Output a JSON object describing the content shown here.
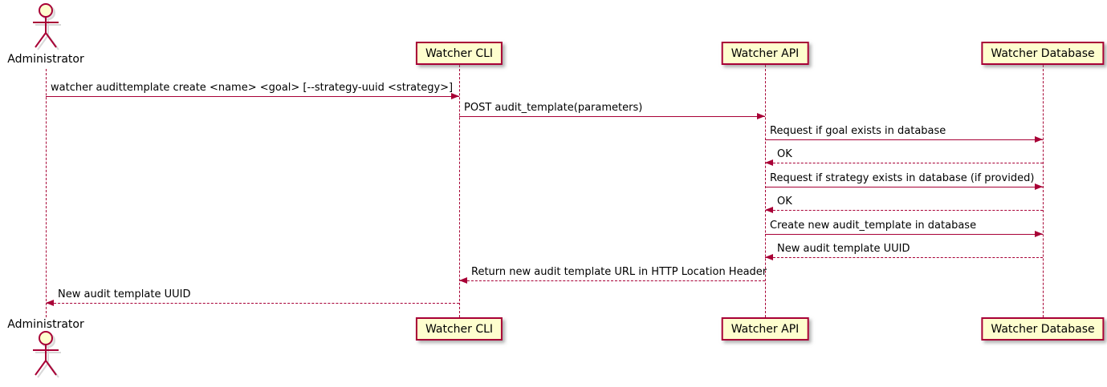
{
  "colors": {
    "accent": "#A80036",
    "participant_fill": "#FEFECE",
    "text": "#000000",
    "background": "#FFFFFF"
  },
  "actor": {
    "label": "Administrator"
  },
  "participants": [
    {
      "label": "Watcher CLI"
    },
    {
      "label": "Watcher API"
    },
    {
      "label": "Watcher Database"
    }
  ],
  "messages": [
    {
      "from": "Administrator",
      "to": "Watcher CLI",
      "line": "solid",
      "text": "watcher audittemplate create <name> <goal> [--strategy-uuid <strategy>]"
    },
    {
      "from": "Watcher CLI",
      "to": "Watcher API",
      "line": "solid",
      "text": "POST audit_template(parameters)"
    },
    {
      "from": "Watcher API",
      "to": "Watcher Database",
      "line": "solid",
      "text": "Request if goal exists in database"
    },
    {
      "from": "Watcher Database",
      "to": "Watcher API",
      "line": "dashed",
      "text": "OK"
    },
    {
      "from": "Watcher API",
      "to": "Watcher Database",
      "line": "solid",
      "text": "Request if strategy exists in database (if provided)"
    },
    {
      "from": "Watcher Database",
      "to": "Watcher API",
      "line": "dashed",
      "text": "OK"
    },
    {
      "from": "Watcher API",
      "to": "Watcher Database",
      "line": "solid",
      "text": "Create new audit_template in database"
    },
    {
      "from": "Watcher Database",
      "to": "Watcher API",
      "line": "dashed",
      "text": "New audit template UUID"
    },
    {
      "from": "Watcher API",
      "to": "Watcher CLI",
      "line": "dashed",
      "text": "Return new audit template URL in HTTP Location Header"
    },
    {
      "from": "Watcher CLI",
      "to": "Administrator",
      "line": "dashed",
      "text": "New audit template UUID"
    }
  ]
}
